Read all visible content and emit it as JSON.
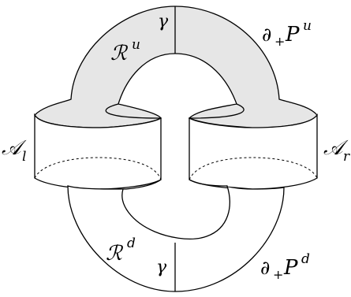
{
  "colors": {
    "fill": "#e6e6e6",
    "stroke": "#000000",
    "background": "#ffffff"
  },
  "labels": {
    "gamma_top": "γ",
    "gamma_bottom": "γ",
    "R_up": "ℛ",
    "R_up_sup": "u",
    "R_down": "ℛ",
    "R_down_sup": "d",
    "A_left": "𝒜",
    "A_left_sub": "l",
    "A_right": "𝒜",
    "A_right_sub": "r",
    "partial_top_op": "∂",
    "partial_top_sub": "+",
    "partial_top_P": "P",
    "partial_top_sup": "u",
    "partial_bottom_op": "∂",
    "partial_bottom_sub": "+",
    "partial_bottom_P": "P",
    "partial_bottom_sup": "d"
  }
}
